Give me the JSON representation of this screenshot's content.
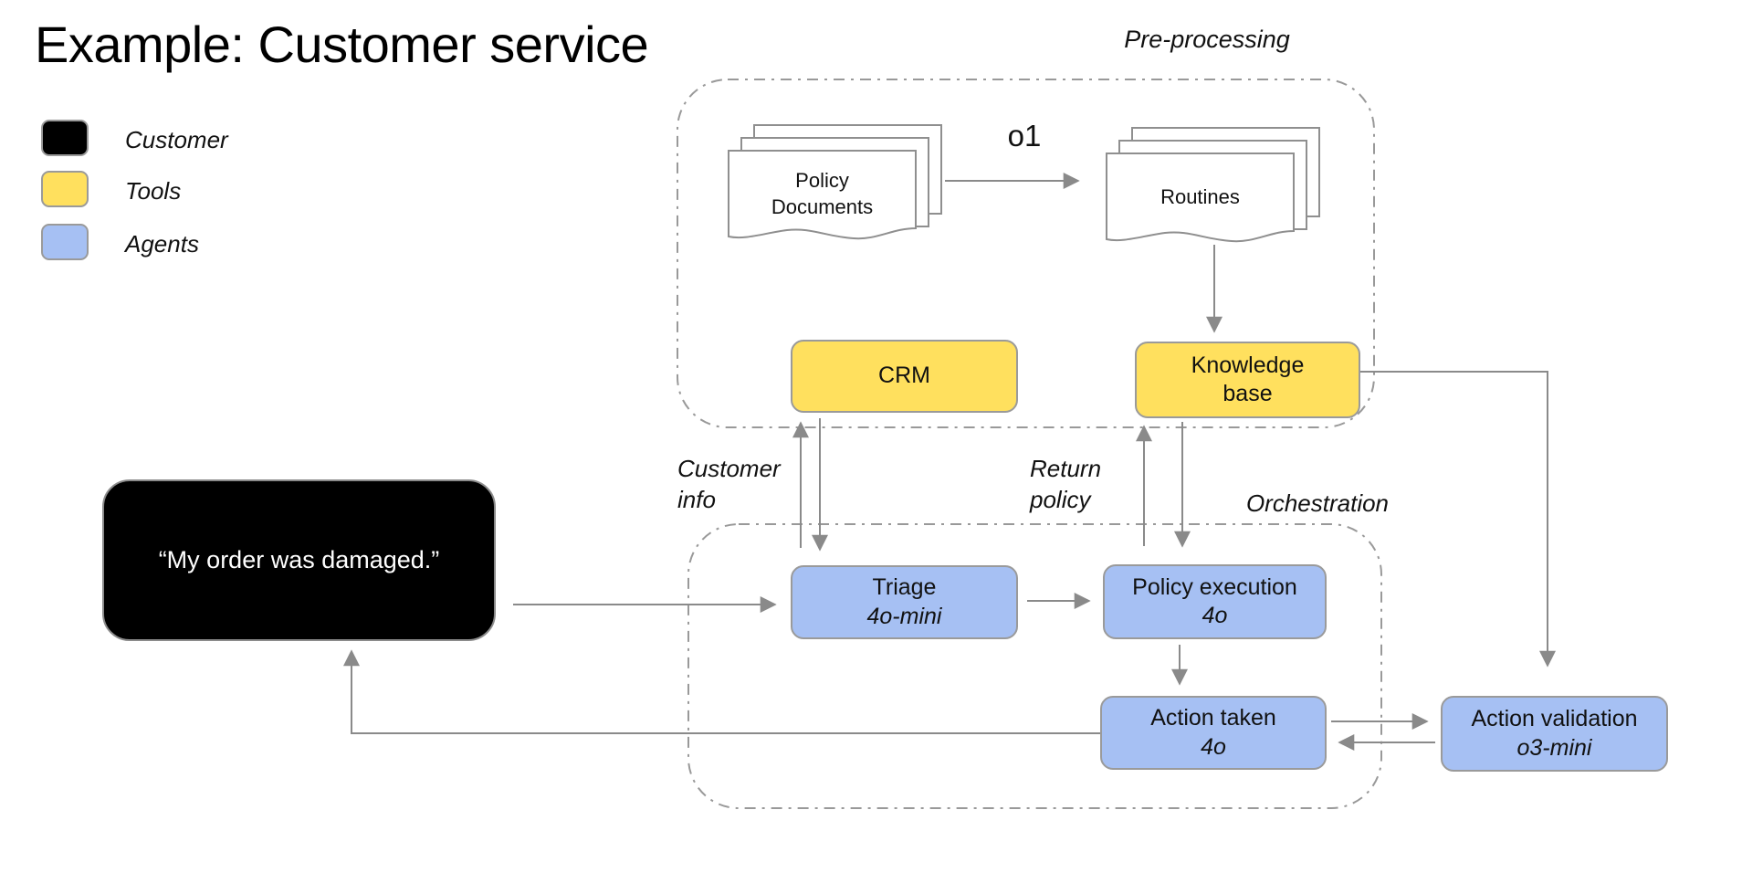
{
  "title": "Example: Customer service",
  "legend": {
    "items": [
      {
        "label": "Customer",
        "color": "#000000"
      },
      {
        "label": "Tools",
        "color": "#FFE05E"
      },
      {
        "label": "Agents",
        "color": "#A6C0F3"
      }
    ]
  },
  "regions": {
    "preprocessing": {
      "label": "Pre-processing"
    },
    "orchestration": {
      "label": "Orchestration"
    }
  },
  "documents": {
    "policy_documents": {
      "label": "Policy Documents"
    },
    "routines": {
      "label": "Routines"
    }
  },
  "tools": {
    "crm": {
      "label": "CRM"
    },
    "knowledge_base": {
      "label": "Knowledge base"
    }
  },
  "customer": {
    "quote": "“My order was damaged.”"
  },
  "agents": {
    "triage": {
      "label": "Triage",
      "model": "4o-mini"
    },
    "policy_execution": {
      "label": "Policy execution",
      "model": "4o"
    },
    "action_taken": {
      "label": "Action taken",
      "model": "4o"
    },
    "action_validation": {
      "label": "Action validation",
      "model": "o3-mini"
    }
  },
  "flows": {
    "o1_model": "o1",
    "customer_info": "Customer info",
    "return_policy": "Return policy"
  },
  "palette": {
    "tool_fill": "#FFE05E",
    "agent_fill": "#A6C0F3",
    "customer_fill": "#000000",
    "box_border": "#9a9a9a",
    "arrow_gray": "#8a8a8a",
    "dash_border": "#999999",
    "text_color": "#111111"
  }
}
